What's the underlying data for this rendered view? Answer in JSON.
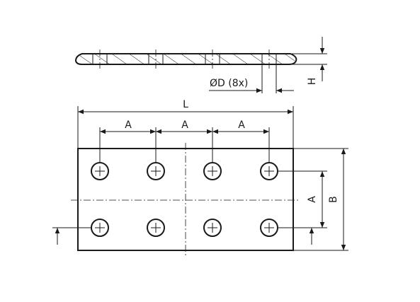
{
  "labels": {
    "length": "L",
    "pitch": "A",
    "width": "B",
    "height": "H",
    "hole_diameter": "ØD (8x)"
  }
}
